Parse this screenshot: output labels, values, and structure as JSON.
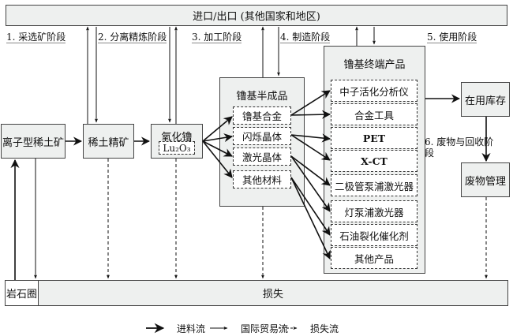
{
  "top_bar": {
    "label": "进口/出口 (其他国家和地区)"
  },
  "stages": [
    {
      "label": "1. 采选矿阶段"
    },
    {
      "label": "2. 分离精炼阶段"
    },
    {
      "label": "3. 加工阶段"
    },
    {
      "label": "4. 制造阶段"
    },
    {
      "label": "5. 使用阶段"
    },
    {
      "label": "6. 废物与回收阶段"
    }
  ],
  "nodes": {
    "ore": "离子型稀土矿",
    "concentrate": "稀土精矿",
    "oxide": "氧化镥",
    "oxide_formula": "Lu₂O₃",
    "semi_title": "镥基半成品",
    "semi_items": [
      "镥基合金",
      "闪烁晶体",
      "激光晶体",
      "其他材料"
    ],
    "terminal_title": "镥基终端产品",
    "terminal_items": [
      "中子活化分析仪",
      "合金工具",
      "PET",
      "X-CT",
      "二极管泵浦激光器",
      "灯泵浦激光器",
      "石油裂化催化剂",
      "其他产品"
    ],
    "in_use": "在用库存",
    "waste": "废物管理"
  },
  "bottom": {
    "lithosphere": "岩石圈",
    "loss": "损失"
  },
  "legend": [
    {
      "label": "进料流",
      "style": "thick-solid"
    },
    {
      "label": "国际贸易流",
      "style": "thin-solid"
    },
    {
      "label": "损失流",
      "style": "dashed"
    }
  ]
}
